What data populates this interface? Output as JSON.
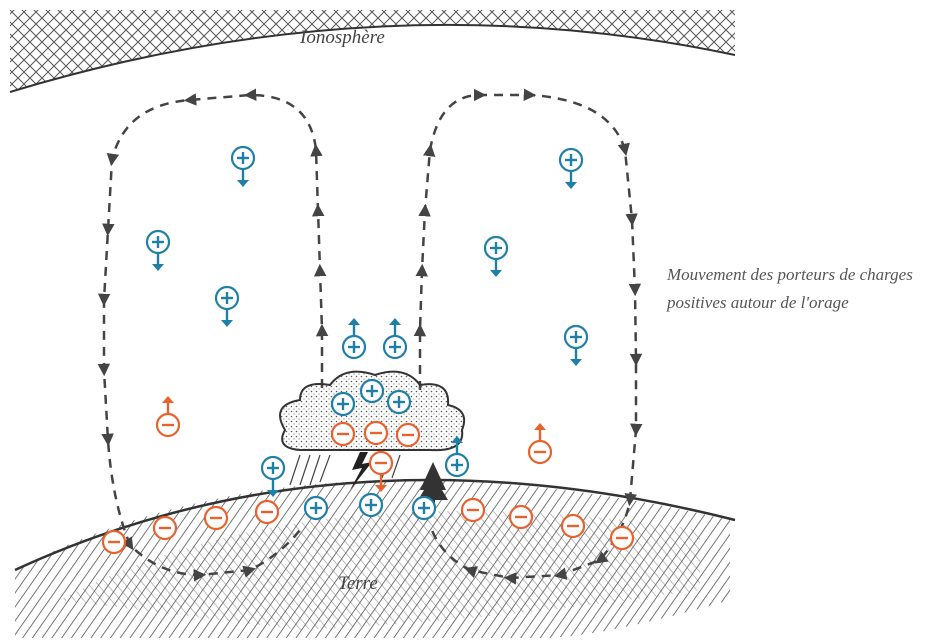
{
  "labels": {
    "ionosphere": "Ionosphère",
    "earth": "Terre",
    "caption": "Mouvement des porteurs de charges positives autour de l'orage"
  },
  "charges": {
    "positive_symbol": "+",
    "negative_symbol": "−",
    "positive_color": "#1f7fa6",
    "negative_color": "#e8622e"
  },
  "colors": {
    "flow_line": "#444444",
    "hatch": "#555555",
    "background": "#ffffff"
  }
}
